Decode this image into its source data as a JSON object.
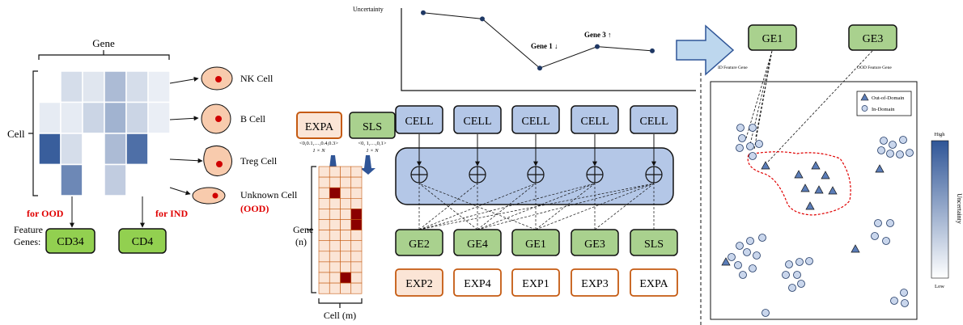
{
  "left_panel": {
    "gene_label": "Gene",
    "cell_label": "Cell",
    "heatmap_levels": [
      [
        0.0,
        0.2,
        0.15,
        0.4,
        0.2,
        0.1
      ],
      [
        0.12,
        0.12,
        0.25,
        0.45,
        0.25,
        0.1
      ],
      [
        0.95,
        0.2,
        0.0,
        0.4,
        0.85,
        0.0
      ],
      [
        0.0,
        0.7,
        0.0,
        0.3,
        0.0,
        0.0
      ]
    ],
    "cell_types": [
      "NK Cell",
      "B Cell",
      "Treg Cell",
      "Unknown Cell"
    ],
    "ood_tag": "(OOD)",
    "for_ood": "for OOD",
    "for_ind": "for IND",
    "feature_genes_label_1": "Feature",
    "feature_genes_label_2": "Genes:",
    "feature_genes": [
      "CD34",
      "CD4"
    ]
  },
  "middle_panel": {
    "uncertainty_label": "Uncertainty",
    "uncertainty_series": [
      0.95,
      0.85,
      0.05,
      0.4,
      0.33
    ],
    "gene1_annotation": "Gene 1 ↓",
    "gene3_annotation": "Gene 3 ↑",
    "expa_label": "EXPA",
    "sls_label": "SLS",
    "expa_vector": "<0,0.1,…,0.4,0.3>",
    "sls_vector": "<0, 1,…,0,1>",
    "vector_size": "1 × N",
    "cell_tokens": [
      "CELL",
      "CELL",
      "CELL",
      "CELL",
      "CELL"
    ],
    "plus_symbol": "+",
    "gene_tokens": [
      "GE2",
      "GE4",
      "GE1",
      "GE3",
      "SLS"
    ],
    "exp_tokens": [
      "EXP2",
      "EXP4",
      "EXP1",
      "EXP3",
      "EXPA"
    ],
    "matrix_gene_label_1": "Gene",
    "matrix_gene_label_2": "(n)",
    "matrix_cell_label": "Cell (m)"
  },
  "right_panel": {
    "id_gene": "GE1",
    "ood_gene": "GE3",
    "id_feature_label": "ID Feature Gene",
    "ood_feature_label": "OOD Feature Gene",
    "legend_ood": "Out-of-Domain",
    "legend_ind": "In-Domain",
    "colorbar_high": "High",
    "colorbar_low": "Low",
    "colorbar_title": "Uncertainty"
  },
  "colors": {
    "heat_dark": "#2f5597",
    "green_fill": "#92d050",
    "green_token": "#a9d18e",
    "blue_token": "#b4c7e7",
    "orange_border": "#c55a11",
    "peach": "#fbe5d6",
    "dark_red": "#8b0000",
    "red_text": "#e00000",
    "cell_fill": "#f8cbad",
    "point_fill": "#c9d6ec"
  }
}
